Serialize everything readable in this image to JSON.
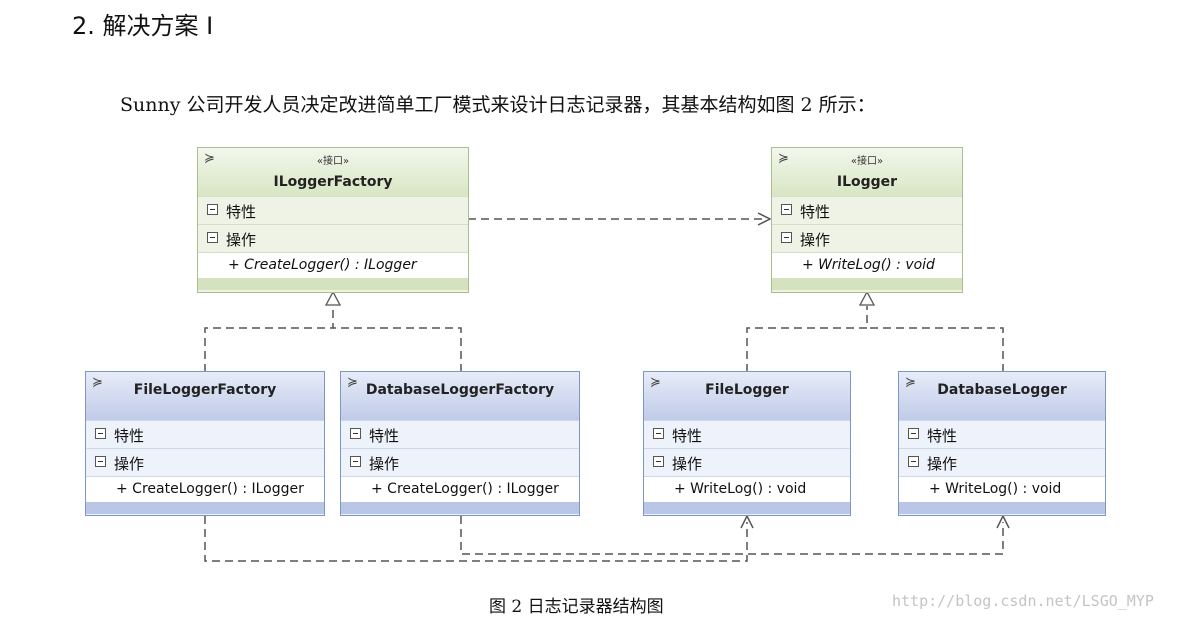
{
  "heading": "2. 解决方案 I",
  "intro": "Sunny 公司开发人员决定改进简单工厂模式来设计日志记录器，其基本结构如图 2 所示：",
  "caption": "图 2  日志记录器结构图",
  "watermark": "http://blog.csdn.net/LSGO_MYP",
  "collapse_glyph": "≽",
  "colors": {
    "interface_header": "#d8e6c4",
    "class_header": "#bfcbe8",
    "connector": "#555555"
  },
  "interfaces": {
    "factory": {
      "stereotype": "«接口»",
      "name": "ILoggerFactory",
      "attributes_label": "特性",
      "operations_label": "操作",
      "operation": "+ CreateLogger() : ILogger"
    },
    "logger": {
      "stereotype": "«接口»",
      "name": "ILogger",
      "attributes_label": "特性",
      "operations_label": "操作",
      "operation": "+ WriteLog() : void"
    }
  },
  "classes": {
    "file_factory": {
      "name": "FileLoggerFactory",
      "attributes_label": "特性",
      "operations_label": "操作",
      "operation": "+ CreateLogger() : ILogger"
    },
    "db_factory": {
      "name": "DatabaseLoggerFactory",
      "attributes_label": "特性",
      "operations_label": "操作",
      "operation": "+ CreateLogger() : ILogger"
    },
    "file_logger": {
      "name": "FileLogger",
      "attributes_label": "特性",
      "operations_label": "操作",
      "operation": "+ WriteLog() : void"
    },
    "db_logger": {
      "name": "DatabaseLogger",
      "attributes_label": "特性",
      "operations_label": "操作",
      "operation": "+ WriteLog() : void"
    }
  }
}
